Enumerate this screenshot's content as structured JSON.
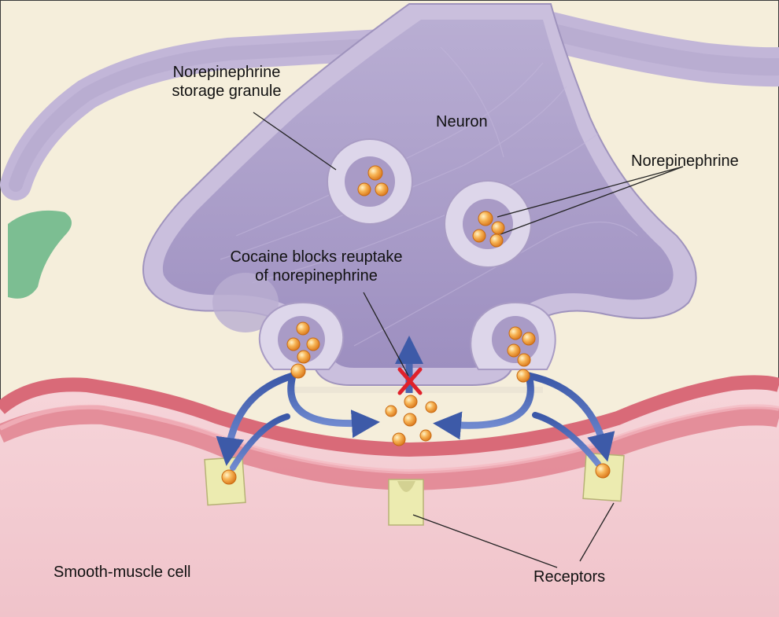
{
  "labels": {
    "storage_granule_line1": "Norepinephrine",
    "storage_granule_line2": "storage granule",
    "neuron": "Neuron",
    "norepinephrine": "Norepinephrine",
    "cocaine_line1": "Cocaine blocks reuptake",
    "cocaine_line2": "of norepinephrine",
    "smooth_muscle_cell": "Smooth-muscle cell",
    "receptors": "Receptors"
  },
  "colors": {
    "background": "#f5eedb",
    "neuron_membrane": "#c8bedc",
    "neuron_interior": "#a99bc6",
    "muscle_cell": "#f0c6cc",
    "muscle_membrane": "#d96a78",
    "receptor": "#ecebb0",
    "molecule": "#f4a340",
    "arrow": "#4a66b0",
    "block_mark": "#e0212b",
    "other_cell": "#6fb88a"
  }
}
